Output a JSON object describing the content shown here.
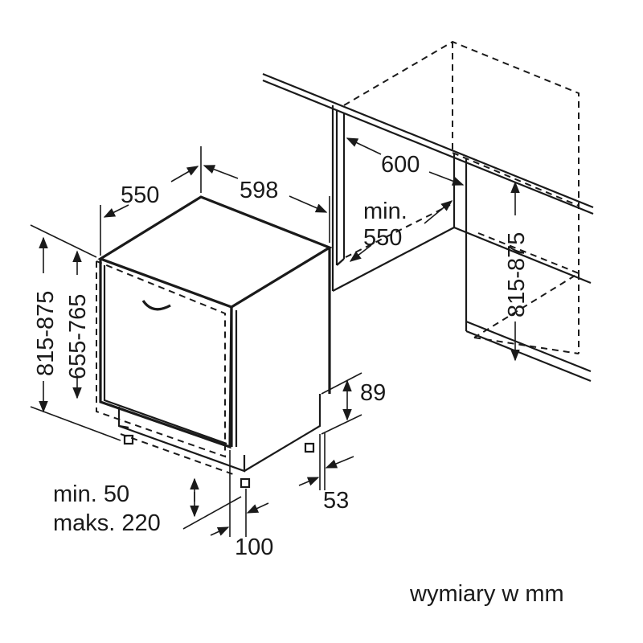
{
  "dimensions": {
    "depth": "550",
    "width": "598",
    "niche_width": "600",
    "niche_depth_line1": "min.",
    "niche_depth_line2": "550",
    "niche_height": "815-875",
    "total_height": "815-875",
    "appliance_height": "655-765",
    "plinth_height": "89",
    "plinth_depth": "53",
    "foot_line1": "min. 50",
    "foot_line2": "maks. 220",
    "foot_offset": "100"
  },
  "footnote": "wymiary w mm"
}
